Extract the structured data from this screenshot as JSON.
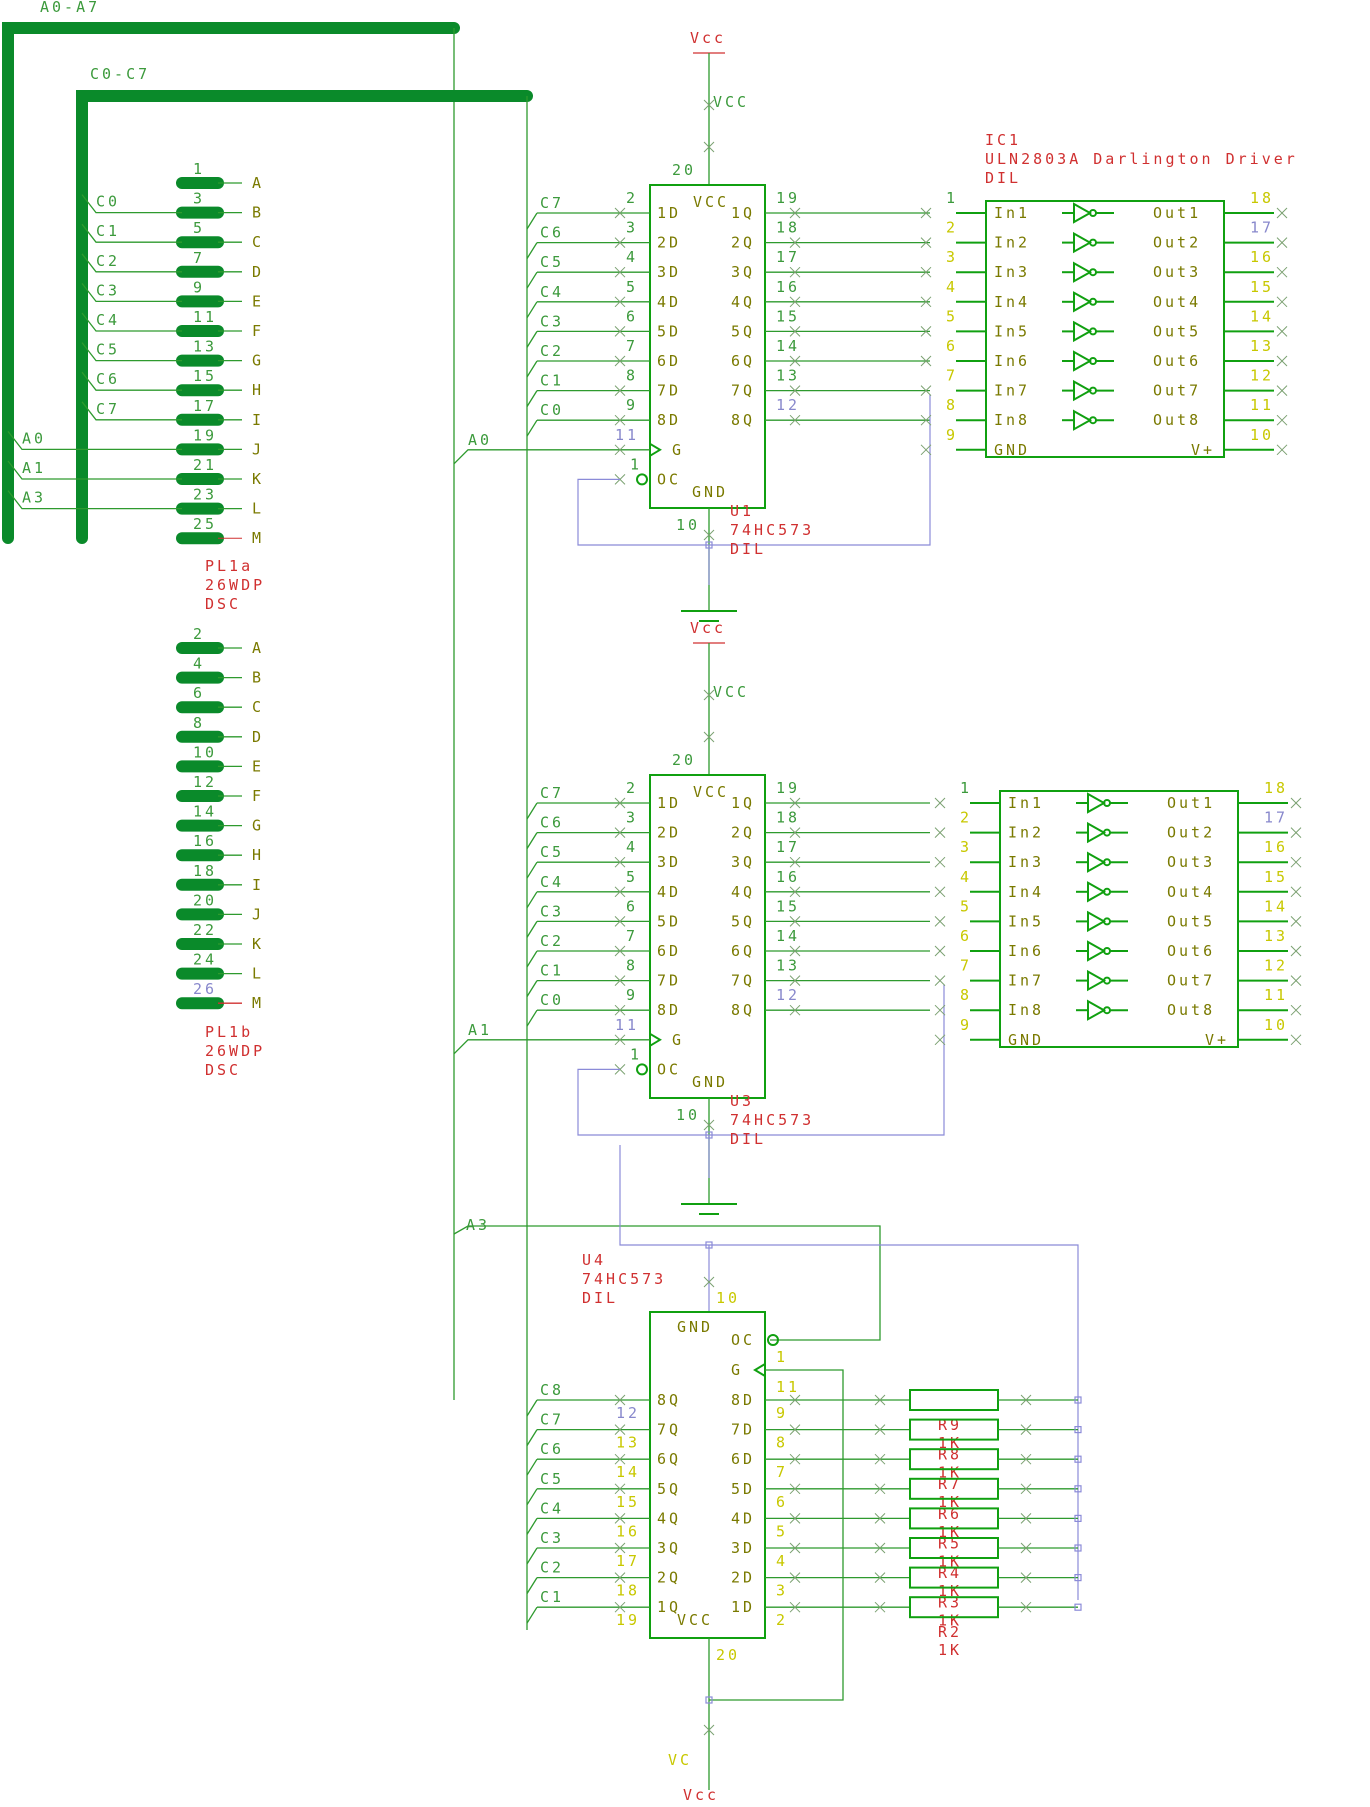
{
  "buses": {
    "a": "A0-A7",
    "c": "C0-C7"
  },
  "pl1a": {
    "name": "PL1a",
    "value": "26WDP",
    "package": "DSC",
    "pins": [
      "1",
      "3",
      "5",
      "7",
      "9",
      "11",
      "13",
      "15",
      "17",
      "19",
      "21",
      "23",
      "25"
    ],
    "letters": [
      "A",
      "B",
      "C",
      "D",
      "E",
      "F",
      "G",
      "H",
      "I",
      "J",
      "K",
      "L",
      "M"
    ],
    "nets": [
      "",
      "C0",
      "C1",
      "C2",
      "C3",
      "C4",
      "C5",
      "C6",
      "C7",
      "A0",
      "A1",
      "A3",
      ""
    ]
  },
  "pl1b": {
    "name": "PL1b",
    "value": "26WDP",
    "package": "DSC",
    "pins": [
      "2",
      "4",
      "6",
      "8",
      "10",
      "12",
      "14",
      "16",
      "18",
      "20",
      "22",
      "24",
      "26"
    ],
    "letters": [
      "A",
      "B",
      "C",
      "D",
      "E",
      "F",
      "G",
      "H",
      "I",
      "J",
      "K",
      "L",
      "M"
    ]
  },
  "power": {
    "vcc_label": "Vcc",
    "vcc_pin": "VCC",
    "vc_label": "VC"
  },
  "u1": {
    "name": "U1",
    "value": "74HC573",
    "package": "DIL",
    "vcc_pin": "20",
    "gnd_pin": "10",
    "g_pin": "11",
    "oc_pin": "1",
    "in_pins": [
      "2",
      "3",
      "4",
      "5",
      "6",
      "7",
      "8",
      "9"
    ],
    "out_pins": [
      "19",
      "18",
      "17",
      "16",
      "15",
      "14",
      "13",
      "12"
    ],
    "in_labels": [
      "1D",
      "2D",
      "3D",
      "4D",
      "5D",
      "6D",
      "7D",
      "8D"
    ],
    "out_labels": [
      "1Q",
      "2Q",
      "3Q",
      "4Q",
      "5Q",
      "6Q",
      "7Q",
      "8Q"
    ],
    "nets": [
      "C7",
      "C6",
      "C5",
      "C4",
      "C3",
      "C2",
      "C1",
      "C0"
    ],
    "g_net": "A0",
    "g_label": "G",
    "oc_label": "OC",
    "vcc_label": "VCC",
    "gnd_label": "GND"
  },
  "u3": {
    "name": "U3",
    "value": "74HC573",
    "package": "DIL",
    "vcc_pin": "20",
    "gnd_pin": "10",
    "g_pin": "11",
    "oc_pin": "1",
    "in_pins": [
      "2",
      "3",
      "4",
      "5",
      "6",
      "7",
      "8",
      "9"
    ],
    "out_pins": [
      "19",
      "18",
      "17",
      "16",
      "15",
      "14",
      "13",
      "12"
    ],
    "in_labels": [
      "1D",
      "2D",
      "3D",
      "4D",
      "5D",
      "6D",
      "7D",
      "8D"
    ],
    "out_labels": [
      "1Q",
      "2Q",
      "3Q",
      "4Q",
      "5Q",
      "6Q",
      "7Q",
      "8Q"
    ],
    "nets": [
      "C7",
      "C6",
      "C5",
      "C4",
      "C3",
      "C2",
      "C1",
      "C0"
    ],
    "g_net": "A1",
    "g_label": "G",
    "oc_label": "OC",
    "vcc_label": "VCC",
    "gnd_label": "GND"
  },
  "u4": {
    "name": "U4",
    "value": "74HC573",
    "package": "DIL",
    "gnd_pin": "10",
    "vcc_pin": "20",
    "oc_pin": "1",
    "g_pin": "11",
    "left_pins": [
      "12",
      "13",
      "14",
      "15",
      "16",
      "17",
      "18",
      "19"
    ],
    "left_labels": [
      "8Q",
      "7Q",
      "6Q",
      "5Q",
      "4Q",
      "3Q",
      "2Q",
      "1Q"
    ],
    "right_labels": [
      "8D",
      "7D",
      "6D",
      "5D",
      "4D",
      "3D",
      "2D",
      "1D"
    ],
    "right_pins": [
      "9",
      "8",
      "7",
      "6",
      "5",
      "4",
      "3",
      "2"
    ],
    "nets": [
      "C8",
      "C7",
      "C6",
      "C5",
      "C4",
      "C3",
      "C2",
      "C1"
    ],
    "g_net": "A3",
    "gnd_label": "GND",
    "vcc_label": "VCC",
    "oc_label": "OC",
    "g_label": "G"
  },
  "ic1": {
    "name": "IC1",
    "value": "ULN2803A Darlington Driver",
    "package": "DIL",
    "in_pins": [
      "1",
      "2",
      "3",
      "4",
      "5",
      "6",
      "7",
      "8"
    ],
    "out_pins": [
      "18",
      "17",
      "16",
      "15",
      "14",
      "13",
      "12",
      "11"
    ],
    "in_labels": [
      "In1",
      "In2",
      "In3",
      "In4",
      "In5",
      "In6",
      "In7",
      "In8"
    ],
    "out_labels": [
      "Out1",
      "Out2",
      "Out3",
      "Out4",
      "Out5",
      "Out6",
      "Out7",
      "Out8"
    ],
    "gnd_pin": "9",
    "vplus_pin": "10",
    "gnd_label": "GND",
    "vplus_label": "V+"
  },
  "ic2": {
    "in_pins": [
      "1",
      "2",
      "3",
      "4",
      "5",
      "6",
      "7",
      "8"
    ],
    "out_pins": [
      "18",
      "17",
      "16",
      "15",
      "14",
      "13",
      "12",
      "11"
    ],
    "in_labels": [
      "In1",
      "In2",
      "In3",
      "In4",
      "In5",
      "In6",
      "In7",
      "In8"
    ],
    "out_labels": [
      "Out1",
      "Out2",
      "Out3",
      "Out4",
      "Out5",
      "Out6",
      "Out7",
      "Out8"
    ],
    "gnd_pin": "9",
    "vplus_pin": "10",
    "gnd_label": "GND",
    "vplus_label": "V+"
  },
  "resistors": [
    {
      "name": "R9",
      "value": "1K"
    },
    {
      "name": "R8",
      "value": "1K"
    },
    {
      "name": "R7",
      "value": "1K"
    },
    {
      "name": "R6",
      "value": "1K"
    },
    {
      "name": "R5",
      "value": "1K"
    },
    {
      "name": "R4",
      "value": "1K"
    },
    {
      "name": "R3",
      "value": "1K"
    },
    {
      "name": "R2",
      "value": "1K"
    }
  ],
  "colors": {
    "wire": "#2e9a2e",
    "bus": "#0a8a2a",
    "name": "#d03030",
    "pin": "#c8c800",
    "net_blue": "#8b8bd8"
  }
}
